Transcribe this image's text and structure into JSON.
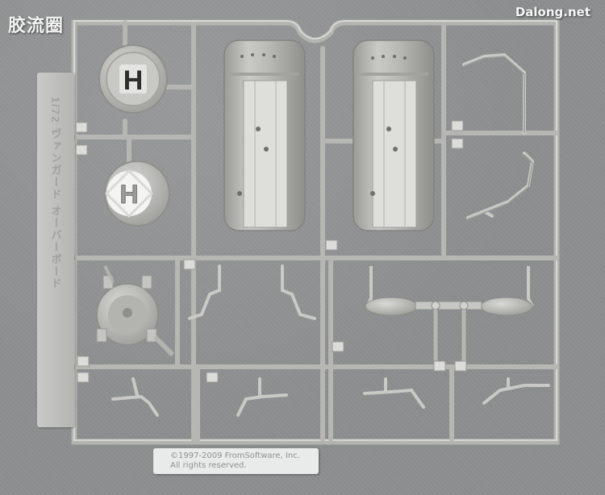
{
  "watermark_left": "胶流圈",
  "watermark_right": "Dalong.net",
  "copyright": {
    "line1": "©1997-2009 FromSoftware, Inc.",
    "line2": "All rights reserved."
  },
  "sprue_tag_text": "1/72 ヴァンガード オーバーボード",
  "disc_labels": [
    "H",
    "H"
  ],
  "colors": {
    "background": "#8c8e90",
    "plastic": "#c4c5c0",
    "plastic_shadow": "#9c9d98",
    "label_bg": "#e9eaea"
  }
}
